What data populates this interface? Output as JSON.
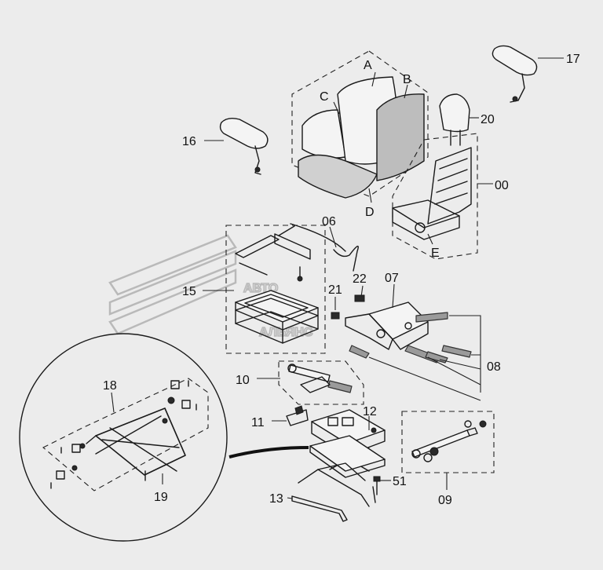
{
  "watermark": {
    "line1": "АВТО",
    "line2": "АЛЬЯНС"
  },
  "labels": {
    "A": "A",
    "B": "B",
    "C": "C",
    "D": "D",
    "E": "E",
    "p00": "00",
    "p06": "06",
    "p07": "07",
    "p08": "08",
    "p09": "09",
    "p10": "10",
    "p11": "11",
    "p12": "12",
    "p13": "13",
    "p15": "15",
    "p16": "16",
    "p17": "17",
    "p18": "18",
    "p19": "19",
    "p20": "20",
    "p21": "21",
    "p22": "22",
    "p51": "51"
  }
}
